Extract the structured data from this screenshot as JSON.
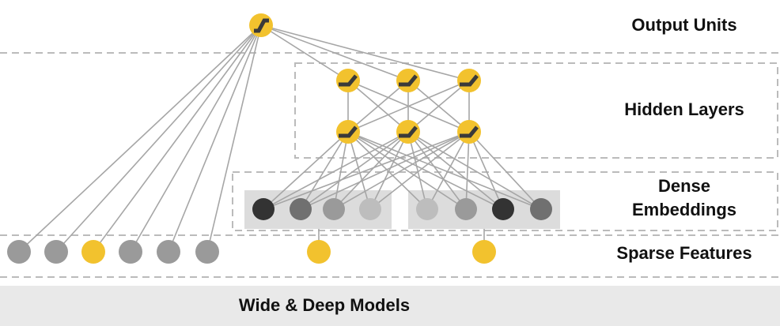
{
  "labels": {
    "output_units": "Output Units",
    "hidden_layers": "Hidden Layers",
    "dense_line1": "Dense",
    "dense_line2": "Embeddings",
    "sparse_features": "Sparse Features",
    "footer_title": "Wide & Deep Models"
  },
  "colors": {
    "accent_yellow": "#f2c22e",
    "node_gray_light": "#bdbdbd",
    "node_gray_mid": "#9a9a9a",
    "node_gray_dark": "#707070",
    "node_black": "#333333",
    "edge": "#a6a6a6",
    "embed_box": "#dcdcdc",
    "dashed": "#bbbbbb",
    "footer_bg": "#e9e9e9"
  },
  "icons": {
    "output_unit": "sigmoid-activation-icon",
    "hidden_unit": "relu-activation-icon"
  }
}
